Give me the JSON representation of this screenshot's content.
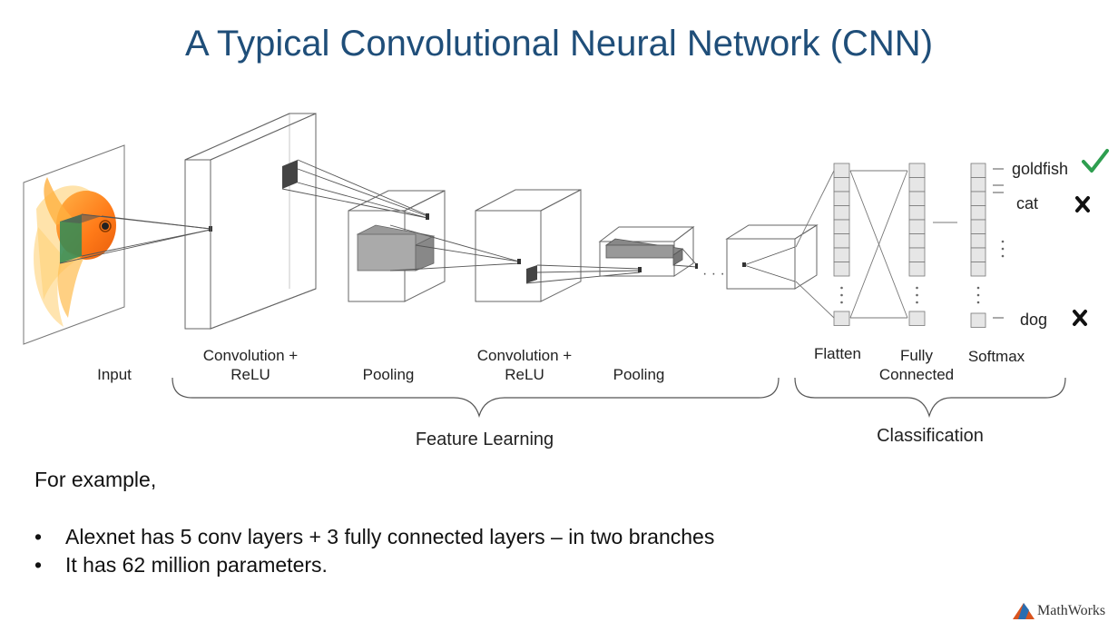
{
  "title": "A Typical Convolutional Neural Network (CNN)",
  "layer_labels": {
    "input": "Input",
    "conv1_line1": "Convolution +",
    "conv1_line2": "ReLU",
    "pool1": "Pooling",
    "conv2_line1": "Convolution +",
    "conv2_line2": "ReLU",
    "pool2": "Pooling",
    "flatten": "Flatten",
    "fc_line1": "Fully",
    "fc_line2": "Connected",
    "softmax": "Softmax"
  },
  "groups": {
    "feature_learning": "Feature Learning",
    "classification": "Classification"
  },
  "classes": [
    {
      "label": "goldfish",
      "mark": "check"
    },
    {
      "label": "cat",
      "mark": "cross"
    },
    {
      "label": "dog",
      "mark": "cross"
    }
  ],
  "mark_colors": {
    "check": "#2e9e4f",
    "cross": "#111111"
  },
  "text": {
    "intro": "For example,",
    "bullets": [
      "Alexnet has 5 conv layers + 3 fully connected layers – in two branches",
      "It has 62 million parameters."
    ]
  },
  "logo": "MathWorks"
}
